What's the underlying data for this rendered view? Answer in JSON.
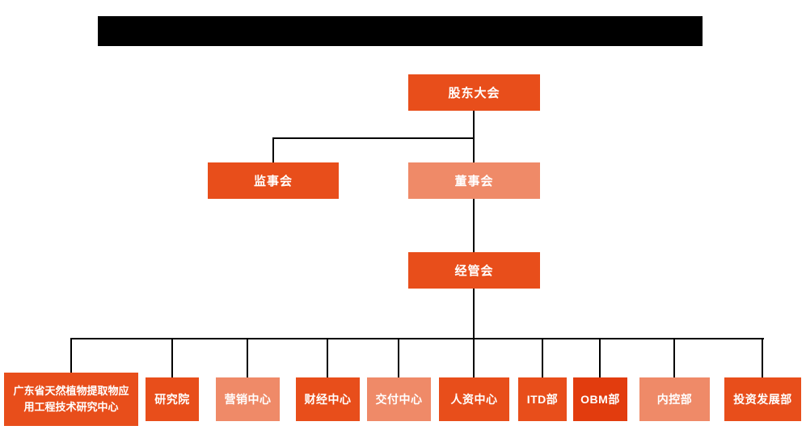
{
  "page": {
    "background_color": "#ffffff",
    "header_bar_color": "#000000"
  },
  "colors": {
    "primary_orange": "#e84e1b",
    "light_salmon": "#ef8a68",
    "deep_red": "#e23c0e",
    "connector": "#000000",
    "node_text": "#ffffff"
  },
  "org_chart": {
    "type": "org-tree",
    "nodes": [
      {
        "id": "shareholders-meeting",
        "label": "股东大会",
        "parent": null,
        "color": "#e84e1b"
      },
      {
        "id": "supervisory-board",
        "label": "监事会",
        "parent": "shareholders-meeting",
        "color": "#e84e1b"
      },
      {
        "id": "board-of-directors",
        "label": "董事会",
        "parent": "shareholders-meeting",
        "color": "#ef8a68"
      },
      {
        "id": "management-committee",
        "label": "经管会",
        "parent": "board-of-directors",
        "color": "#e84e1b"
      },
      {
        "id": "research-center",
        "label": "广东省天然植物提取物应用工程技术研究中心",
        "parent": "management-committee",
        "color": "#e84e1b"
      },
      {
        "id": "research-institute",
        "label": "研究院",
        "parent": "management-committee",
        "color": "#e84e1b"
      },
      {
        "id": "marketing-center",
        "label": "营销中心",
        "parent": "management-committee",
        "color": "#ef8a68"
      },
      {
        "id": "finance-center",
        "label": "财经中心",
        "parent": "management-committee",
        "color": "#e84e1b"
      },
      {
        "id": "delivery-center",
        "label": "交付中心",
        "parent": "management-committee",
        "color": "#ef8a68"
      },
      {
        "id": "hr-center",
        "label": "人资中心",
        "parent": "management-committee",
        "color": "#e84e1b"
      },
      {
        "id": "itd-dept",
        "label": "ITD部",
        "parent": "management-committee",
        "color": "#e84e1b"
      },
      {
        "id": "obm-dept",
        "label": "OBM部",
        "parent": "management-committee",
        "color": "#e23c0e"
      },
      {
        "id": "internal-control-dept",
        "label": "内控部",
        "parent": "management-committee",
        "color": "#ef8a68"
      },
      {
        "id": "investment-dev-dept",
        "label": "投资发展部",
        "parent": "management-committee",
        "color": "#e84e1b"
      }
    ]
  }
}
